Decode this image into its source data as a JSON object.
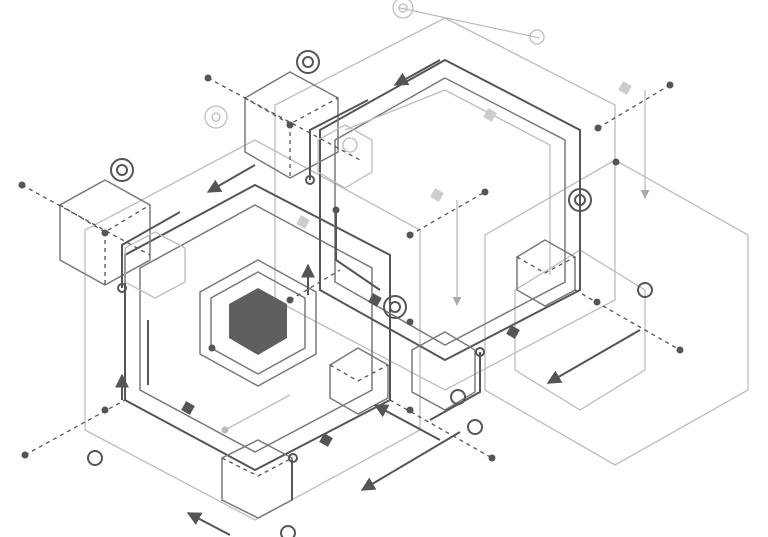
{
  "colors": {
    "background": "#ffffff",
    "dark": "#555555",
    "mid": "#7a7a7a",
    "light": "#bdbdbd",
    "core_fill": "#5f5f5f"
  },
  "icons": [
    "hexagon-core",
    "isometric-cube",
    "target-circle",
    "arrow",
    "diamond-node",
    "dot-node"
  ]
}
